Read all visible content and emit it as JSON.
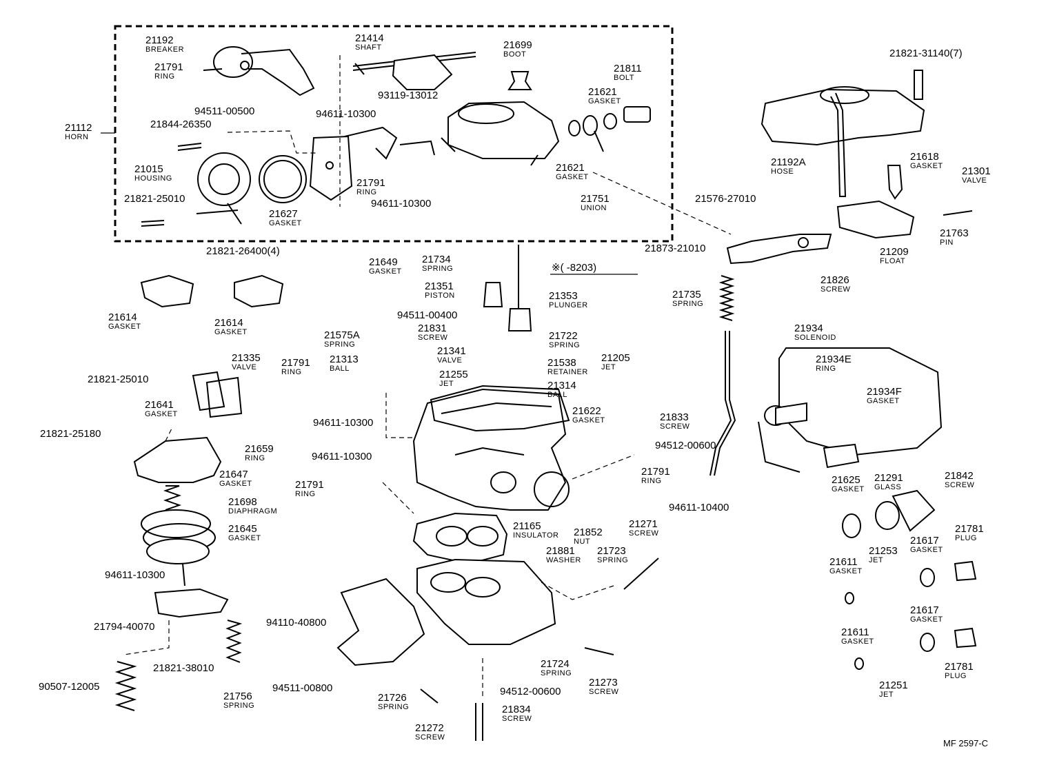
{
  "figure_code": "MF 2597-C",
  "note": "※(      -8203)",
  "labels": [
    {
      "id": "breaker",
      "part_no": "21192",
      "name": "BREAKER"
    },
    {
      "id": "shaft",
      "part_no": "21414",
      "name": "SHAFT"
    },
    {
      "id": "boot",
      "part_no": "21699",
      "name": "BOOT"
    },
    {
      "id": "bolt",
      "part_no": "21811",
      "name": "BOLT"
    },
    {
      "id": "gasket-21621-top",
      "part_no": "21621",
      "name": "GASKET"
    },
    {
      "id": "ring-21791-top",
      "part_no": "21791",
      "name": "RING"
    },
    {
      "id": "horn",
      "part_no": "21112",
      "name": "HORN"
    },
    {
      "id": "pn-94511-00500",
      "part_no": "94511-00500",
      "name": ""
    },
    {
      "id": "pn-94611-10300-a",
      "part_no": "94611-10300",
      "name": ""
    },
    {
      "id": "pn-93119-13012",
      "part_no": "93119-13012",
      "name": ""
    },
    {
      "id": "pn-21844-26350",
      "part_no": "21844-26350",
      "name": ""
    },
    {
      "id": "housing",
      "part_no": "21015",
      "name": "HOUSING"
    },
    {
      "id": "pn-21821-25010-a",
      "part_no": "21821-25010",
      "name": ""
    },
    {
      "id": "gasket-21627",
      "part_no": "21627",
      "name": "GASKET"
    },
    {
      "id": "ring-21791-mid",
      "part_no": "21791",
      "name": "RING"
    },
    {
      "id": "pn-94611-10300-b",
      "part_no": "94611-10300",
      "name": ""
    },
    {
      "id": "gasket-21621-low",
      "part_no": "21621",
      "name": "GASKET"
    },
    {
      "id": "union",
      "part_no": "21751",
      "name": "UNION"
    },
    {
      "id": "pn-21821-31140",
      "part_no": "21821-31140(7)",
      "name": ""
    },
    {
      "id": "hose",
      "part_no": "21192A",
      "name": "HOSE"
    },
    {
      "id": "gasket-21618",
      "part_no": "21618",
      "name": "GASKET"
    },
    {
      "id": "valve-21301",
      "part_no": "21301",
      "name": "VALVE"
    },
    {
      "id": "pn-21576-27010",
      "part_no": "21576-27010",
      "name": ""
    },
    {
      "id": "pin",
      "part_no": "21763",
      "name": "PIN"
    },
    {
      "id": "float",
      "part_no": "21209",
      "name": "FLOAT"
    },
    {
      "id": "pn-21873-21010",
      "part_no": "21873-21010",
      "name": ""
    },
    {
      "id": "screw-21826",
      "part_no": "21826",
      "name": "SCREW"
    },
    {
      "id": "pn-21821-26400",
      "part_no": "21821-26400(4)",
      "name": ""
    },
    {
      "id": "gasket-21614-a",
      "part_no": "21614",
      "name": "GASKET"
    },
    {
      "id": "gasket-21614-b",
      "part_no": "21614",
      "name": "GASKET"
    },
    {
      "id": "gasket-21649",
      "part_no": "21649",
      "name": "GASKET"
    },
    {
      "id": "spring-21734",
      "part_no": "21734",
      "name": "SPRING"
    },
    {
      "id": "piston",
      "part_no": "21351",
      "name": "PISTON"
    },
    {
      "id": "plunger",
      "part_no": "21353",
      "name": "PLUNGER"
    },
    {
      "id": "pn-94511-00400",
      "part_no": "94511-00400",
      "name": ""
    },
    {
      "id": "screw-21831",
      "part_no": "21831",
      "name": "SCREW"
    },
    {
      "id": "spring-21575a",
      "part_no": "21575A",
      "name": "SPRING"
    },
    {
      "id": "spring-21722",
      "part_no": "21722",
      "name": "SPRING"
    },
    {
      "id": "spring-21735",
      "part_no": "21735",
      "name": "SPRING"
    },
    {
      "id": "valve-21341",
      "part_no": "21341",
      "name": "VALVE"
    },
    {
      "id": "ball-21313",
      "part_no": "21313",
      "name": "BALL"
    },
    {
      "id": "retainer",
      "part_no": "21538",
      "name": "RETAINER"
    },
    {
      "id": "jet-21205",
      "part_no": "21205",
      "name": "JET"
    },
    {
      "id": "jet-21255",
      "part_no": "21255",
      "name": "JET"
    },
    {
      "id": "ball-21314",
      "part_no": "21314",
      "name": "BALL"
    },
    {
      "id": "valve-21335",
      "part_no": "21335",
      "name": "VALVE"
    },
    {
      "id": "ring-21791-left",
      "part_no": "21791",
      "name": "RING"
    },
    {
      "id": "pn-21821-25010-b",
      "part_no": "21821-25010",
      "name": ""
    },
    {
      "id": "gasket-21641",
      "part_no": "21641",
      "name": "GASKET"
    },
    {
      "id": "pn-94611-10300-c",
      "part_no": "94611-10300",
      "name": ""
    },
    {
      "id": "gasket-21622",
      "part_no": "21622",
      "name": "GASKET"
    },
    {
      "id": "screw-21833",
      "part_no": "21833",
      "name": "SCREW"
    },
    {
      "id": "pn-94512-00600-a",
      "part_no": "94512-00600",
      "name": ""
    },
    {
      "id": "pn-21821-25180",
      "part_no": "21821-25180",
      "name": ""
    },
    {
      "id": "ring-21659",
      "part_no": "21659",
      "name": "RING"
    },
    {
      "id": "pn-94611-10300-d",
      "part_no": "94611-10300",
      "name": ""
    },
    {
      "id": "gasket-21647",
      "part_no": "21647",
      "name": "GASKET"
    },
    {
      "id": "ring-21791-center",
      "part_no": "21791",
      "name": "RING"
    },
    {
      "id": "ring-21791-right",
      "part_no": "21791",
      "name": "RING"
    },
    {
      "id": "pn-94611-10400",
      "part_no": "94611-10400",
      "name": ""
    },
    {
      "id": "diaphragm",
      "part_no": "21698",
      "name": "DIAPHRAGM"
    },
    {
      "id": "gasket-21645",
      "part_no": "21645",
      "name": "GASKET"
    },
    {
      "id": "insulator",
      "part_no": "21165",
      "name": "INSULATOR"
    },
    {
      "id": "nut-21852",
      "part_no": "21852",
      "name": "NUT"
    },
    {
      "id": "screw-21271",
      "part_no": "21271",
      "name": "SCREW"
    },
    {
      "id": "washer-21881",
      "part_no": "21881",
      "name": "WASHER"
    },
    {
      "id": "spring-21723",
      "part_no": "21723",
      "name": "SPRING"
    },
    {
      "id": "pn-94611-10300-e",
      "part_no": "94611-10300",
      "name": ""
    },
    {
      "id": "pn-21794-40070",
      "part_no": "21794-40070",
      "name": ""
    },
    {
      "id": "pn-94110-40800",
      "part_no": "94110-40800",
      "name": ""
    },
    {
      "id": "pn-21821-38010",
      "part_no": "21821-38010",
      "name": ""
    },
    {
      "id": "pn-90507-12005",
      "part_no": "90507-12005",
      "name": ""
    },
    {
      "id": "pn-94511-00800",
      "part_no": "94511-00800",
      "name": ""
    },
    {
      "id": "spring-21756",
      "part_no": "21756",
      "name": "SPRING"
    },
    {
      "id": "spring-21724",
      "part_no": "21724",
      "name": "SPRING"
    },
    {
      "id": "screw-21273",
      "part_no": "21273",
      "name": "SCREW"
    },
    {
      "id": "pn-94512-00600-b",
      "part_no": "94512-00600",
      "name": ""
    },
    {
      "id": "spring-21726",
      "part_no": "21726",
      "name": "SPRING"
    },
    {
      "id": "screw-21834",
      "part_no": "21834",
      "name": "SCREW"
    },
    {
      "id": "screw-21272",
      "part_no": "21272",
      "name": "SCREW"
    },
    {
      "id": "solenoid",
      "part_no": "21934",
      "name": "SOLENOID"
    },
    {
      "id": "ring-21934e",
      "part_no": "21934E",
      "name": "RING"
    },
    {
      "id": "gasket-21934f",
      "part_no": "21934F",
      "name": "GASKET"
    },
    {
      "id": "gasket-21625",
      "part_no": "21625",
      "name": "GASKET"
    },
    {
      "id": "glass",
      "part_no": "21291",
      "name": "GLASS"
    },
    {
      "id": "screw-21842",
      "part_no": "21842",
      "name": "SCREW"
    },
    {
      "id": "gasket-21617-a",
      "part_no": "21617",
      "name": "GASKET"
    },
    {
      "id": "plug-21781-a",
      "part_no": "21781",
      "name": "PLUG"
    },
    {
      "id": "gasket-21611-a",
      "part_no": "21611",
      "name": "GASKET"
    },
    {
      "id": "jet-21253",
      "part_no": "21253",
      "name": "JET"
    },
    {
      "id": "gasket-21617-b",
      "part_no": "21617",
      "name": "GASKET"
    },
    {
      "id": "gasket-21611-b",
      "part_no": "21611",
      "name": "GASKET"
    },
    {
      "id": "plug-21781-b",
      "part_no": "21781",
      "name": "PLUG"
    },
    {
      "id": "jet-21251",
      "part_no": "21251",
      "name": "JET"
    }
  ]
}
